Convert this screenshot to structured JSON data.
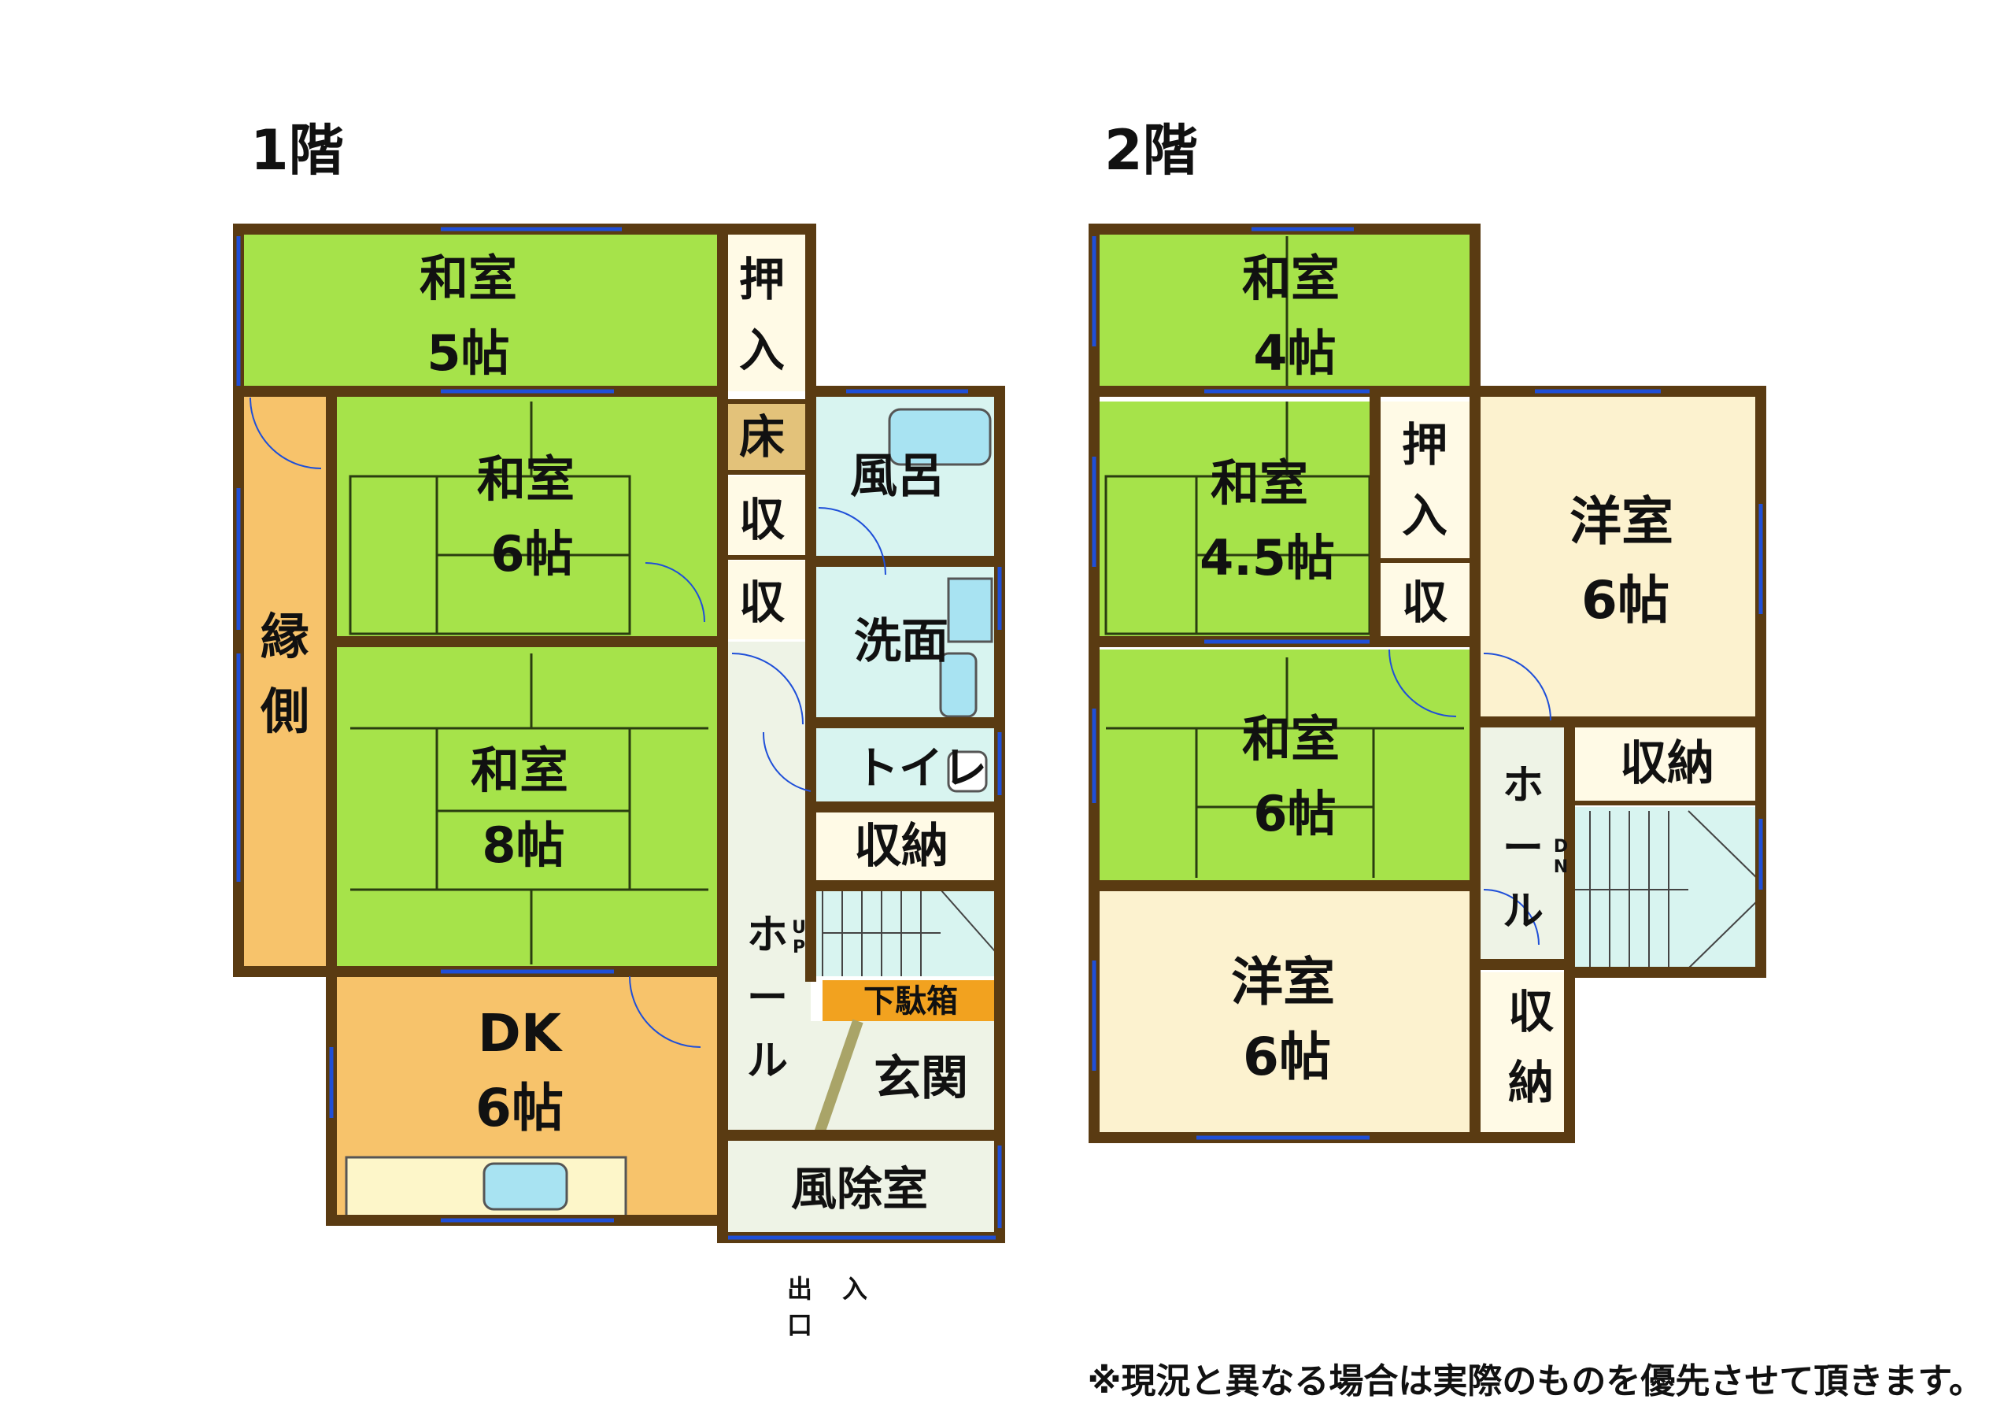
{
  "floors": {
    "first": {
      "title": "1階"
    },
    "second": {
      "title": "2階"
    }
  },
  "rooms_first": {
    "washitsu5": {
      "name": "和室",
      "size": "5帖"
    },
    "oshiire": {
      "line1": "押",
      "line2": "入"
    },
    "toko": "床",
    "shu1": "収",
    "shu2": "収",
    "washitsu6": {
      "name": "和室",
      "size": "6帖"
    },
    "washitsu8": {
      "name": "和室",
      "size": "8帖"
    },
    "engawa": {
      "line1": "縁",
      "line2": "側"
    },
    "furo": "風呂",
    "senmen": "洗面",
    "toilet": "トイレ",
    "shuno": "収納",
    "hall": {
      "c1": "ホ",
      "c2": "ー",
      "c3": "ル"
    },
    "up": {
      "c1": "U",
      "c2": "P"
    },
    "getabako": "下駄箱",
    "genkan": "玄関",
    "dk": {
      "name": "DK",
      "size": "6帖"
    },
    "fujoshitsu": "風除室",
    "entrance": "出入口"
  },
  "rooms_second": {
    "washitsu4": {
      "name": "和室",
      "size": "4帖"
    },
    "washitsu45": {
      "name": "和室",
      "size": "4.5帖"
    },
    "oshiire": {
      "line1": "押",
      "line2": "入"
    },
    "shu": "収",
    "yoshitsu_top": {
      "name": "洋室",
      "size": "6帖"
    },
    "washitsu6": {
      "name": "和室",
      "size": "6帖"
    },
    "shuno_right": "収納",
    "hall": {
      "c1": "ホ",
      "c2": "ー",
      "c3": "ル"
    },
    "dn": {
      "c1": "D",
      "c2": "N"
    },
    "yoshitsu_bottom": {
      "name": "洋室",
      "size": "6帖"
    },
    "shuno_bottom": {
      "line1": "収",
      "line2": "納"
    }
  },
  "note": "※現況と異なる場合は実際のものを優先させて頂きます。",
  "colors": {
    "wall": "#5a3b12",
    "tatami": "#a6e34a",
    "engawa_dk": "#f7c36b",
    "western": "#fcf2cf",
    "closet": "#fffae6",
    "wet": "#d8f4f0",
    "hall": "#eef3e6",
    "toko": "#e3c27a",
    "getabako": "#f2a21f",
    "window": "#1f4fd8"
  }
}
